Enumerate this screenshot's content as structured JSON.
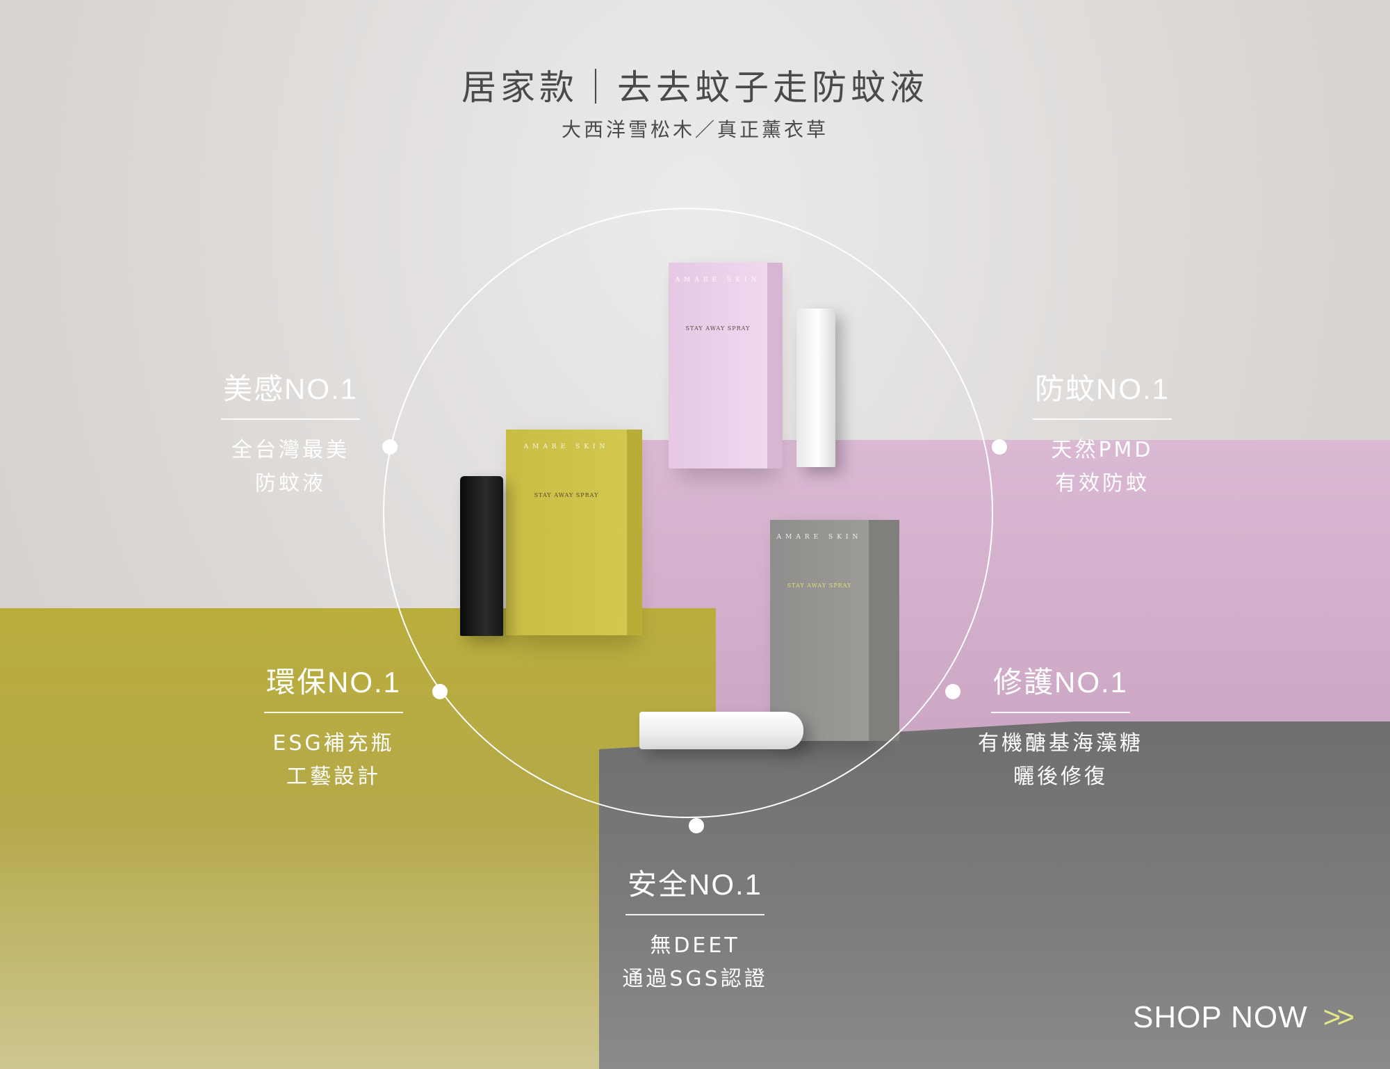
{
  "header": {
    "title": "居家款｜去去蚊子走防蚊液",
    "subtitle": "大西洋雪松木／真正薰衣草"
  },
  "features": [
    {
      "id": "beauty",
      "title": "美感NO.1",
      "lines": [
        "全台灣最美",
        "防蚊液"
      ]
    },
    {
      "id": "repel",
      "title": "防蚊NO.1",
      "lines": [
        "天然PMD",
        "有效防蚊"
      ]
    },
    {
      "id": "eco",
      "title": "環保NO.1",
      "lines": [
        "ESG補充瓶",
        "工藝設計"
      ]
    },
    {
      "id": "repair",
      "title": "修護NO.1",
      "lines": [
        "有機醣基海藻糖",
        "曬後修復"
      ]
    },
    {
      "id": "safety",
      "title": "安全NO.1",
      "lines": [
        "無DEET",
        "通過SGS認證"
      ]
    }
  ],
  "cta": {
    "label": "SHOP NOW",
    "arrow": ">>"
  },
  "products": {
    "brand": "AMARE SKIN",
    "name": "STAY AWAY SPRAY"
  },
  "colors": {
    "pink_block": "#c9a4c2",
    "olive_block": "#b9ae3c",
    "gray_block": "#777777",
    "cta_arrow": "#e2e88a"
  }
}
